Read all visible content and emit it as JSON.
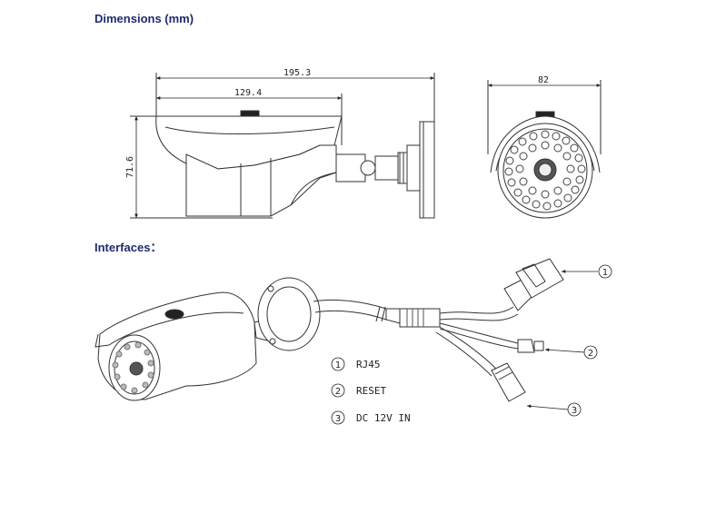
{
  "headings": {
    "dimensions": "Dimensions (mm)",
    "interfaces": "Interfaces："
  },
  "dimensions": {
    "overall_length": "195.3",
    "body_length": "129.4",
    "height": "71.6",
    "width": "82"
  },
  "legend": [
    {
      "num": "1",
      "label": "RJ45"
    },
    {
      "num": "2",
      "label": "RESET"
    },
    {
      "num": "3",
      "label": "DC 12V IN"
    }
  ]
}
